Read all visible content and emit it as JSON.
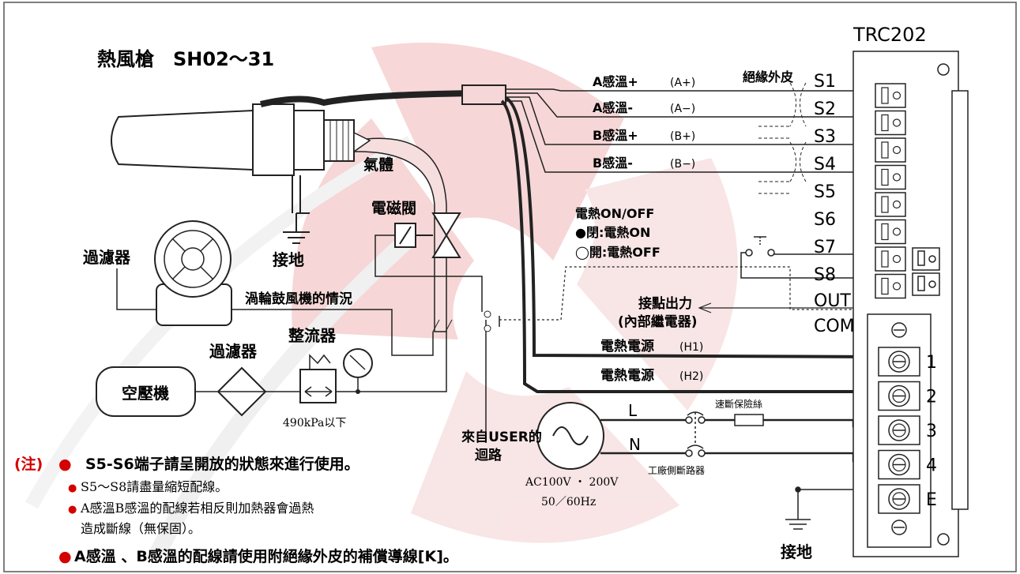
{
  "title": "熱風槍　SH02～31",
  "controller": "TRC202",
  "terminals": [
    "S1",
    "S2",
    "S3",
    "S4",
    "S5",
    "S6",
    "S7",
    "S8",
    "OUT",
    "COM"
  ],
  "power_terminals": [
    "1",
    "2",
    "3",
    "4",
    "E"
  ],
  "sensor_wires": [
    {
      "name": "A感溫+",
      "code": "(A+)"
    },
    {
      "name": "A感溫-",
      "code": "(A−)"
    },
    {
      "name": "B感溫+",
      "code": "(B+)"
    },
    {
      "name": "B感溫-",
      "code": "(B−)"
    }
  ],
  "insulation_label": "絕緣外皮",
  "heater_on_off": {
    "title": "電熱ON/OFF",
    "closed": "●閉:電熱ON",
    "open": "◯開:電熱OFF"
  },
  "contact_output": {
    "line1": "接點出力",
    "line2": "(內部繼電器)"
  },
  "heater_power": [
    {
      "name": "電熱電源",
      "code": "(H1)"
    },
    {
      "name": "電熱電源",
      "code": "(H2)"
    }
  ],
  "gas_label": "氣體",
  "solenoid_label": "電磁閥",
  "ground_label": "接地",
  "filter_label": "過濾器",
  "blower_label": "渦輪鼓風機的情況",
  "regulator_label": "整流器",
  "compressor_label": "空壓機",
  "pressure_label": "490kPa以下",
  "user_circuit": {
    "line1": "來自USER的",
    "line2": "迴路"
  },
  "ac_source": {
    "line1": "AC100V ・ 200V",
    "line2": "50／60Hz"
  },
  "line_L": "L",
  "line_N": "N",
  "fuse_label": "速斷保險絲",
  "breaker_label": "工廠側斷路器",
  "notes": {
    "prefix": "(注)",
    "bullet": "●",
    "n1": "S5-S6端子請呈開放的狀態來進行使用。",
    "n2": "S5～S8請盡量縮短配線。",
    "n3a": "A感溫B感溫的配線若相反則加熱器會過熱",
    "n3b": "造成斷線（無保固）。",
    "n4": "A感溫 、B感溫的配線請使用附絕緣外皮的補償導線[K]。"
  },
  "colors": {
    "note_red": "#d40000",
    "watermark": "#f2c9c9",
    "frame": "#555555"
  }
}
